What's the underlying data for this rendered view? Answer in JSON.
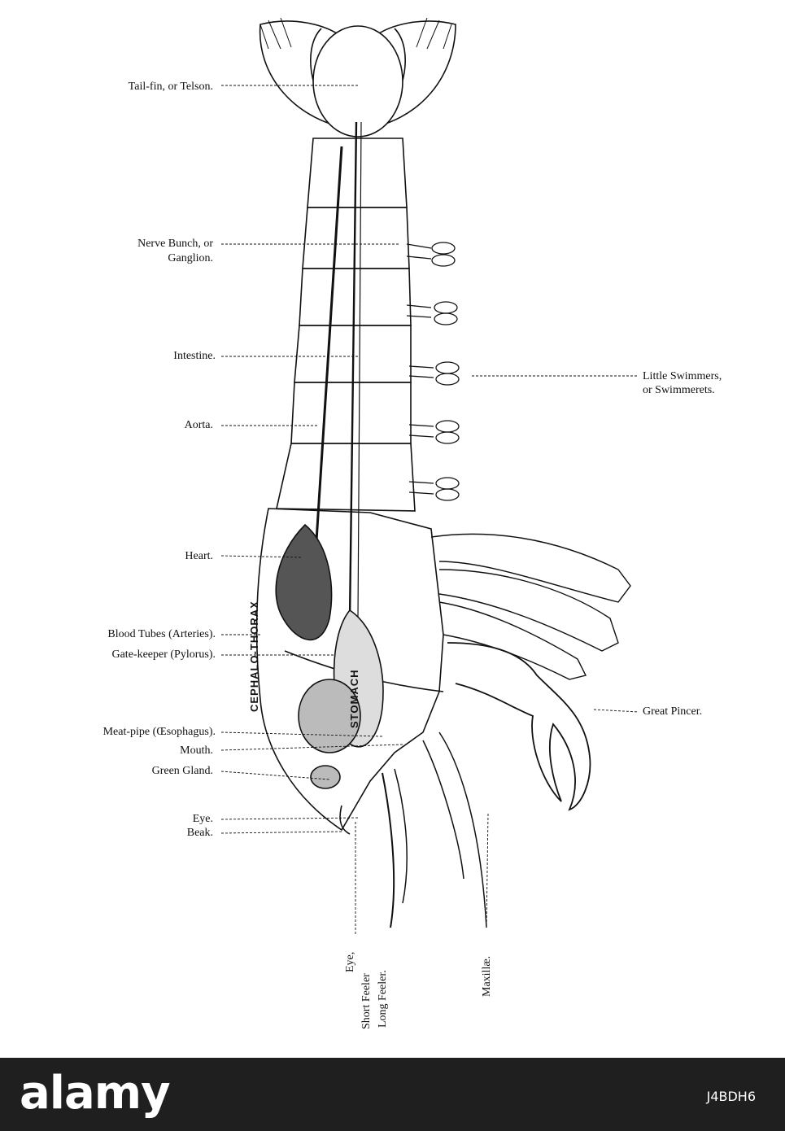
{
  "labels": {
    "telson": "Tail-fin, or Telson.",
    "nerve_1": "Nerve Bunch, or",
    "nerve_2": "Ganglion.",
    "intestine": "Intestine.",
    "aorta": "Aorta.",
    "heart": "Heart.",
    "blood_tubes": "Blood Tubes (Arteries).",
    "gate_keeper": "Gate-keeper (Pylorus).",
    "meat_pipe": "Meat-pipe (Œsophagus).",
    "mouth": "Mouth.",
    "green_gland": "Green Gland.",
    "eye": "Eye.",
    "beak": "Beak.",
    "swimmers_1": "Little Swimmers,",
    "swimmers_2": "or Swimmerets.",
    "great_pincer": "Great Pincer.",
    "bottom_eye": "Eye,",
    "short_feeler": "Short Feeler",
    "long_feeler": "Long Feeler.",
    "maxillae": "Maxillæ."
  },
  "inner_labels": {
    "cephalothorax": "CEPHALO-THORAX",
    "stomach": "STOMACH"
  },
  "footer": {
    "logo": "alamy",
    "code": "J4BDH6"
  },
  "colors": {
    "ink": "#111111",
    "footer_bg": "#1f1f1f"
  }
}
